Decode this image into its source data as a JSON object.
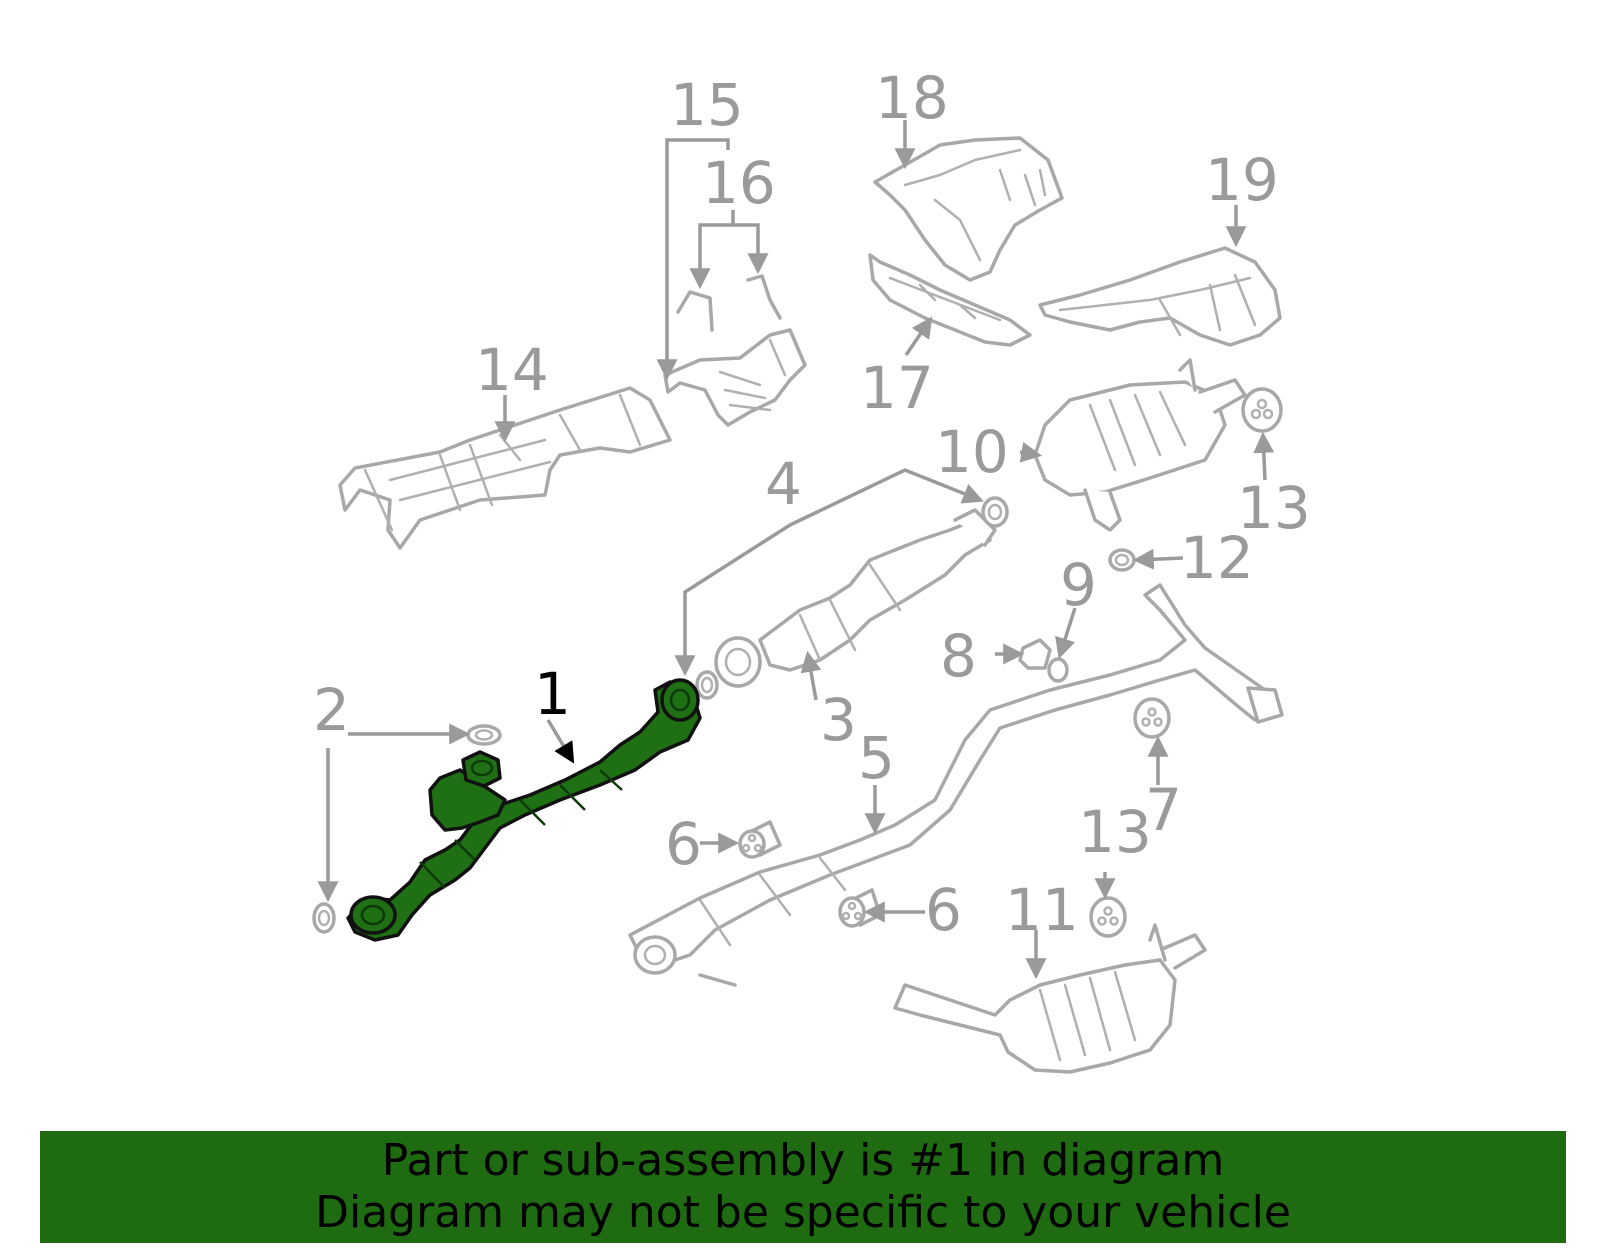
{
  "callouts": {
    "c1": "1",
    "c2": "2",
    "c3": "3",
    "c4": "4",
    "c5": "5",
    "c6a": "6",
    "c6b": "6",
    "c7": "7",
    "c8": "8",
    "c9": "9",
    "c10": "10",
    "c11": "11",
    "c12": "12",
    "c13a": "13",
    "c13b": "13",
    "c14": "14",
    "c15": "15",
    "c16": "16",
    "c17": "17",
    "c18": "18",
    "c19": "19"
  },
  "banner": {
    "line1": "Part or sub-assembly is #1 in diagram",
    "line2": "Diagram may not be specific to your vehicle"
  },
  "colors": {
    "highlight_part": "#1f6f14",
    "banner_bg": "#1e6b11",
    "line_gray": "#a8a8a8",
    "label_gray": "#9a9a9a"
  }
}
